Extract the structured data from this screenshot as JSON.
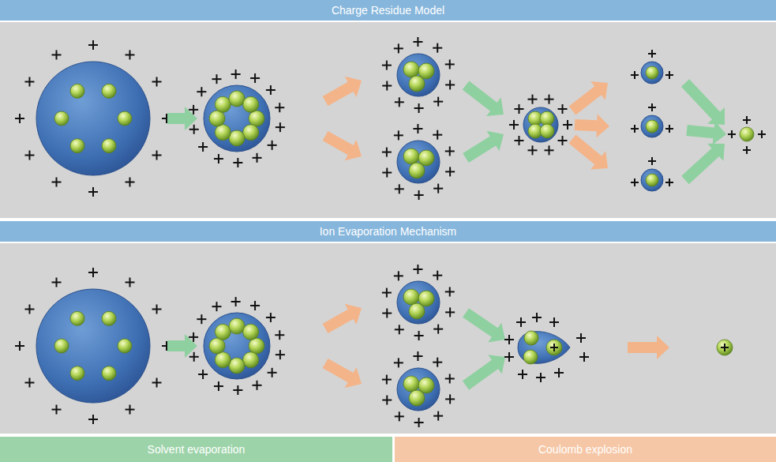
{
  "diagram": {
    "nodes": [
      {
        "text": [
          "Charge Residue Model"
        ]
      },
      {
        "text": [
          "Ion Evaporation Mechanism"
        ]
      },
      {
        "text": [
          "Solvent evaporation"
        ]
      },
      {
        "text": [
          "Coulomb explosion"
        ]
      }
    ]
  }
}
